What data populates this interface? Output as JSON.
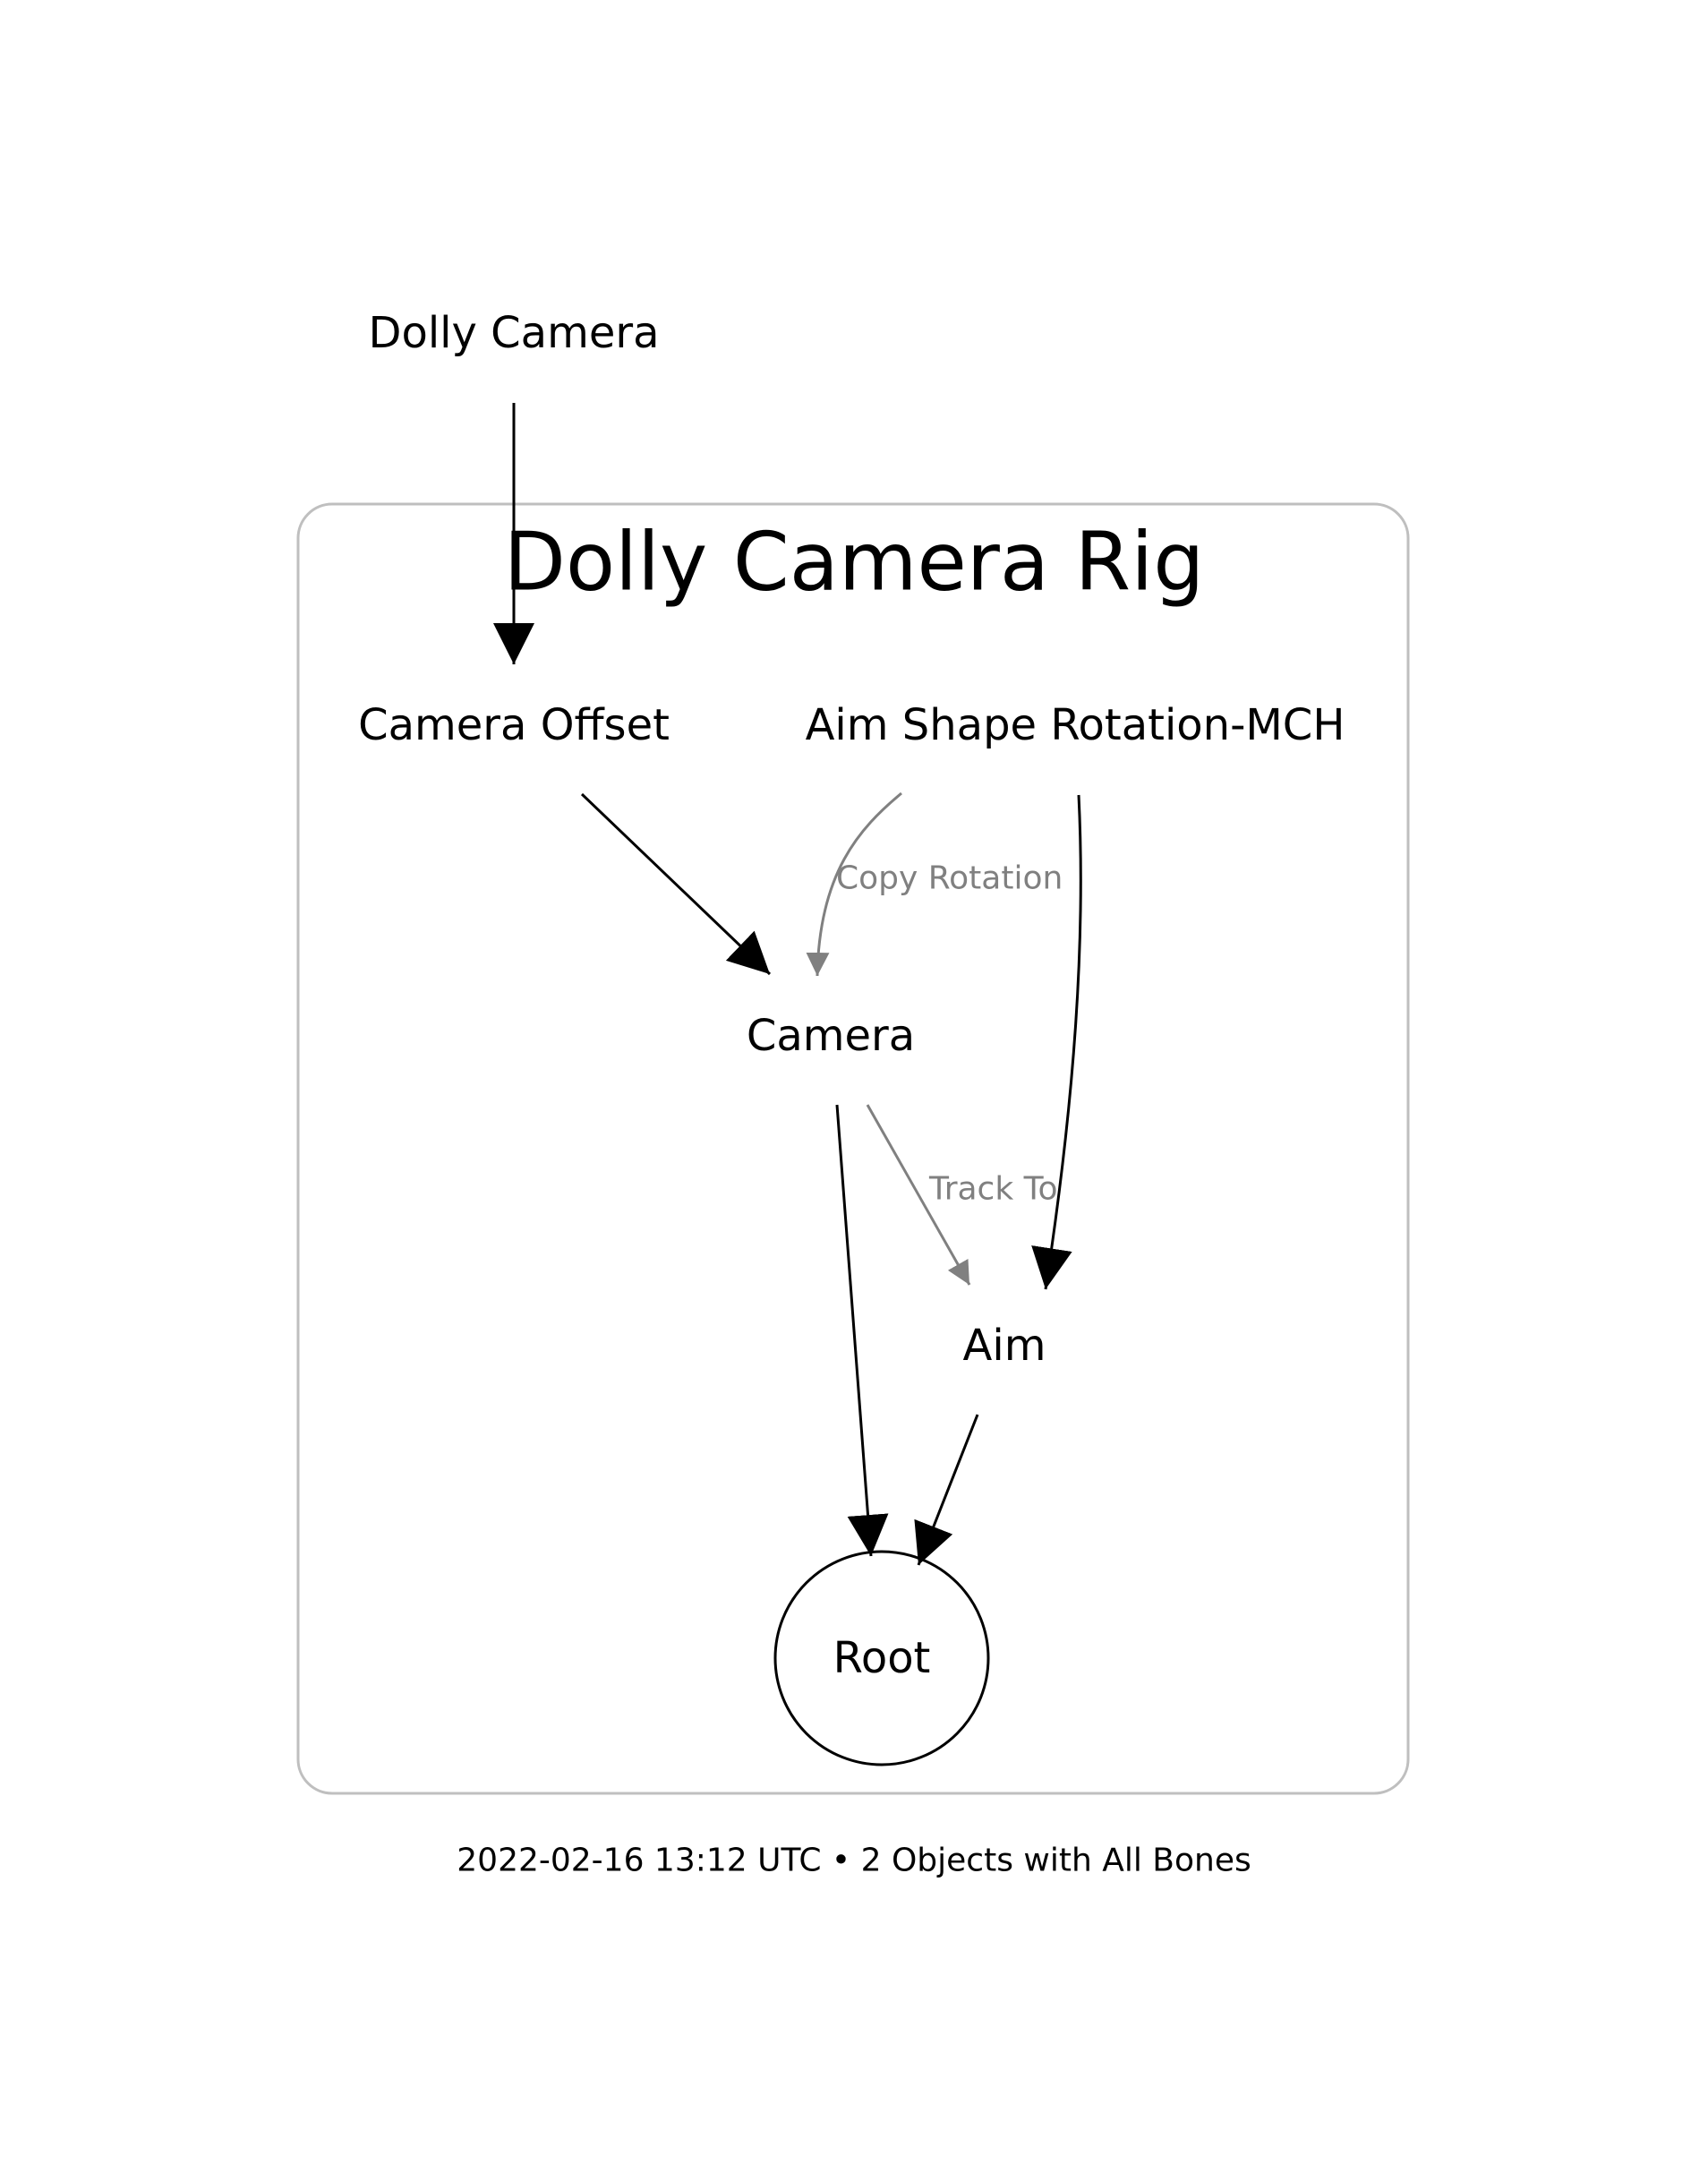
{
  "colors": {
    "edge_default": "#000000",
    "edge_constraint": "#808080",
    "cluster_border": "#bfbfbf",
    "text": "#000000"
  },
  "nodes": {
    "dolly_camera": "Dolly Camera",
    "camera_offset": "Camera Offset",
    "aim_shape_rotation": "Aim Shape Rotation-MCH",
    "camera": "Camera",
    "aim": "Aim",
    "root": "Root"
  },
  "cluster": {
    "title": "Dolly Camera Rig"
  },
  "edges": {
    "copy_rotation_label": "Copy Rotation",
    "track_to_label": "Track To"
  },
  "footer": {
    "text": "2022-02-16 13:12 UTC • 2 Objects with All Bones"
  }
}
